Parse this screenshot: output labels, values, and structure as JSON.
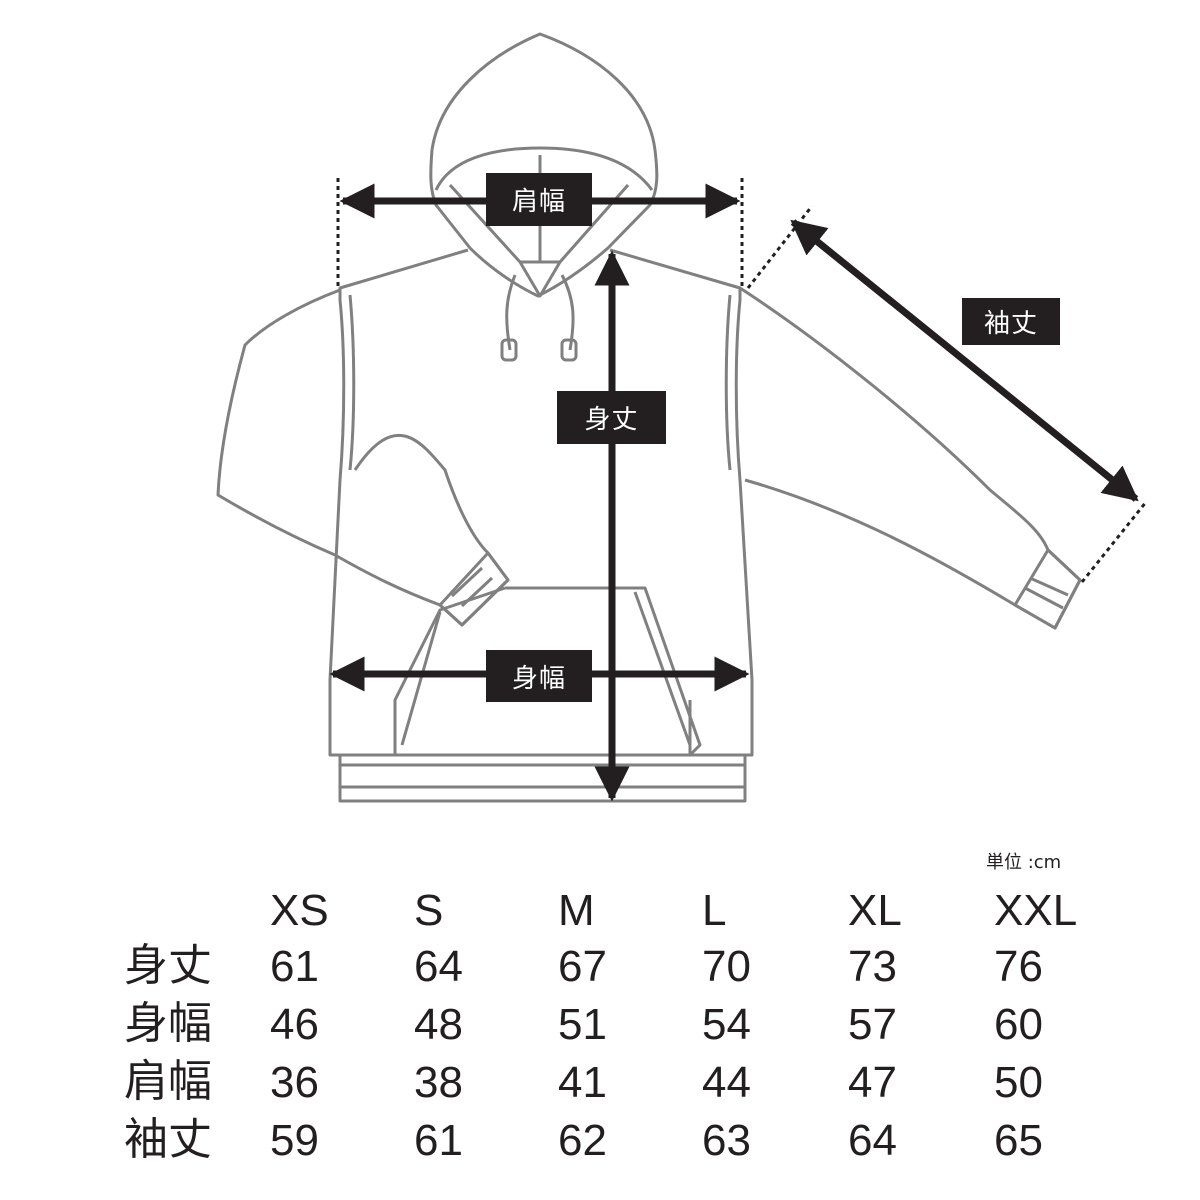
{
  "diagram": {
    "labels": {
      "shoulder": "肩幅",
      "body_length": "身丈",
      "body_width": "身幅",
      "sleeve": "袖丈"
    }
  },
  "table": {
    "unit": "単位 :cm",
    "sizes": [
      "XS",
      "S",
      "M",
      "L",
      "XL",
      "XXL"
    ],
    "rows": [
      {
        "label": "身丈",
        "values": [
          "61",
          "64",
          "67",
          "70",
          "73",
          "76"
        ]
      },
      {
        "label": "身幅",
        "values": [
          "46",
          "48",
          "51",
          "54",
          "57",
          "60"
        ]
      },
      {
        "label": "肩幅",
        "values": [
          "36",
          "38",
          "41",
          "44",
          "47",
          "50"
        ]
      },
      {
        "label": "袖丈",
        "values": [
          "59",
          "61",
          "62",
          "63",
          "64",
          "65"
        ]
      }
    ]
  },
  "colors": {
    "ink": "#231f20",
    "outline": "#808080",
    "paper": "#ffffff"
  }
}
